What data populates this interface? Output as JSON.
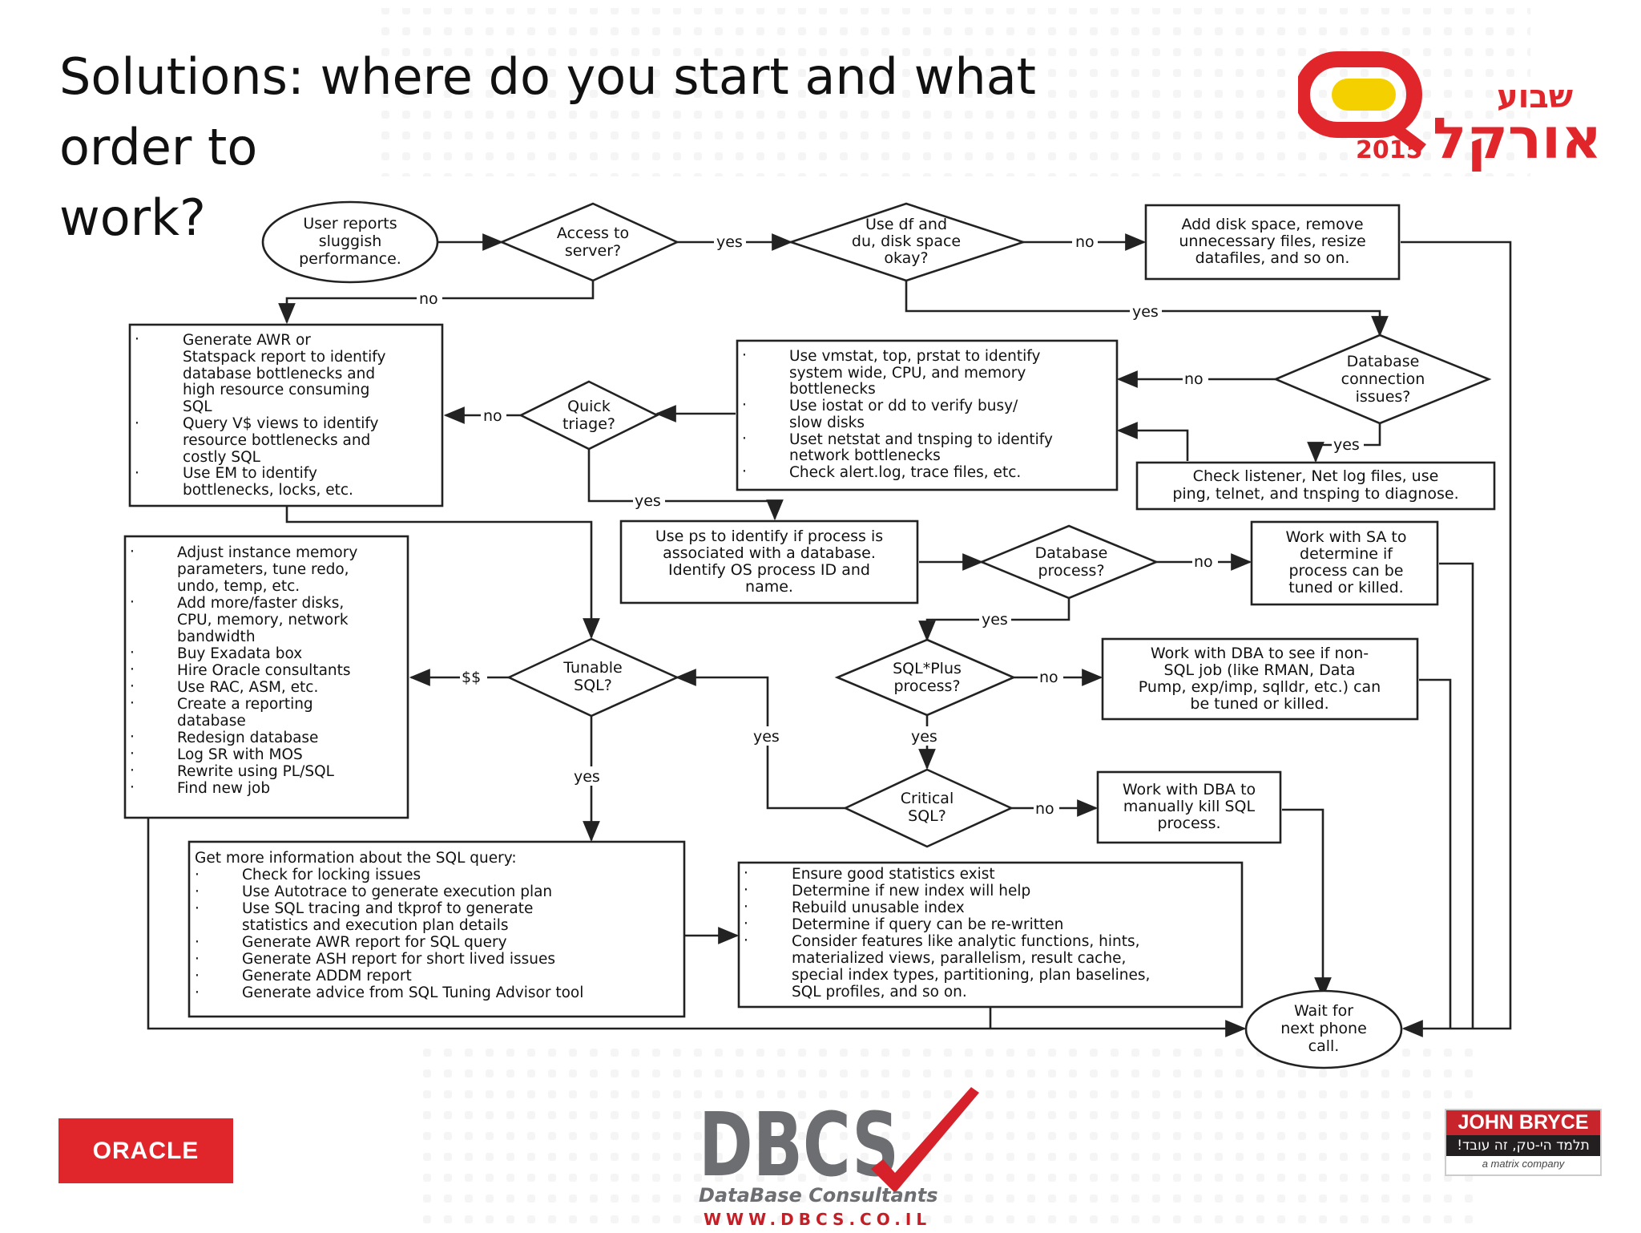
{
  "slide": {
    "title_line1": "Solutions: where do you start and what order to",
    "title_line2": "work?"
  },
  "logos": {
    "oracle_week_hebrew_top": "שבוע",
    "oracle_week_hebrew_main": "אורקל",
    "oracle_week_year": "2015",
    "oracle": "ORACLE",
    "dbcs_mark": "DBCS",
    "dbcs_tagline": "DataBase Consultants",
    "dbcs_url": "WWW.DBCS.CO.IL",
    "john_bryce": "JOHN BRYCE",
    "john_bryce_hebrew": "תלמד הי-טק, זה עובד!",
    "john_bryce_company": "a matrix company"
  },
  "colors": {
    "oracle_red": "#e0262b",
    "brand_yellow": "#f5d000",
    "dbcs_gray": "#6d6e71"
  },
  "nodes": {
    "user_reports": [
      "User reports",
      "sluggish",
      "performance."
    ],
    "access_server": [
      "Access to",
      "server?"
    ],
    "use_df": [
      "Use df and",
      "du, disk space",
      "okay?"
    ],
    "add_disk": [
      "Add disk space, remove",
      "unnecessary files, resize",
      "datafiles, and so on."
    ],
    "generate_awr": [
      "Generate AWR or",
      "Statspack report to identify",
      "database bottlenecks and",
      "high resource consuming",
      "SQL",
      "Query V$ views to identify",
      "resource bottlenecks and",
      "costly SQL",
      "Use EM to identify",
      "bottlenecks, locks, etc."
    ],
    "quick_triage": [
      "Quick",
      "triage?"
    ],
    "use_vmstat": [
      "Use vmstat, top, prstat to identify",
      "system wide, CPU, and memory",
      "bottlenecks",
      "Use iostat or dd to verify busy/",
      "slow disks",
      "Uset netstat and tnsping to identify",
      "network bottlenecks",
      "Check alert.log, trace files, etc."
    ],
    "db_conn_issues": [
      "Database",
      "connection",
      "issues?"
    ],
    "check_listener": [
      "Check listener, Net log files, use",
      "ping, telnet, and tnsping to diagnose."
    ],
    "use_ps": [
      "Use ps to identify if process is",
      "associated with a  database.",
      "Identify OS process ID and",
      "name."
    ],
    "db_process": [
      "Database",
      "process?"
    ],
    "work_sa": [
      "Work with SA to",
      "determine if",
      "process can be",
      "tuned or killed."
    ],
    "adjust_instance": [
      "Adjust instance memory",
      "parameters, tune redo,",
      "undo, temp, etc.",
      "Add more/faster disks,",
      "CPU, memory, network",
      "bandwidth",
      "Buy Exadata box",
      "Hire Oracle consultants",
      "Use RAC, ASM, etc.",
      "Create a reporting",
      "database",
      "Redesign database",
      "Log SR with MOS",
      "Rewrite using PL/SQL",
      "Find new job"
    ],
    "tunable_sql": [
      "Tunable",
      "SQL?"
    ],
    "sqlplus_process": [
      "SQL*Plus",
      "process?"
    ],
    "work_dba_nonsql": [
      "Work with DBA to see if non-",
      "SQL job (like RMAN, Data",
      "Pump, exp/imp, sqlldr, etc.) can",
      "be tuned or killed."
    ],
    "critical_sql": [
      "Critical",
      "SQL?"
    ],
    "work_dba_kill": [
      "Work with DBA to",
      "manually kill SQL",
      "process."
    ],
    "get_more_info_title": "Get more information about the SQL query:",
    "get_more_info": [
      "Check for locking issues",
      "Use Autotrace to generate execution plan",
      "Use SQL tracing and tkprof to generate",
      "statistics and execution plan details",
      "Generate AWR report for SQL query",
      "Generate ASH report for short lived issues",
      "Generate ADDM report",
      "Generate advice from SQL Tuning Advisor tool"
    ],
    "ensure_stats": [
      "Ensure good statistics exist",
      "Determine if new index will help",
      "Rebuild unusable index",
      "Determine if query can be re-written",
      "Consider features like analytic functions, hints,",
      "materialized views, parallelism, result cache,",
      "special index types, partitioning, plan baselines,",
      "SQL profiles, and so on."
    ],
    "wait_call": [
      "Wait for",
      "next phone",
      "call."
    ]
  },
  "bullet": "·",
  "edges": {
    "yes": "yes",
    "no": "no",
    "money": "$$"
  }
}
